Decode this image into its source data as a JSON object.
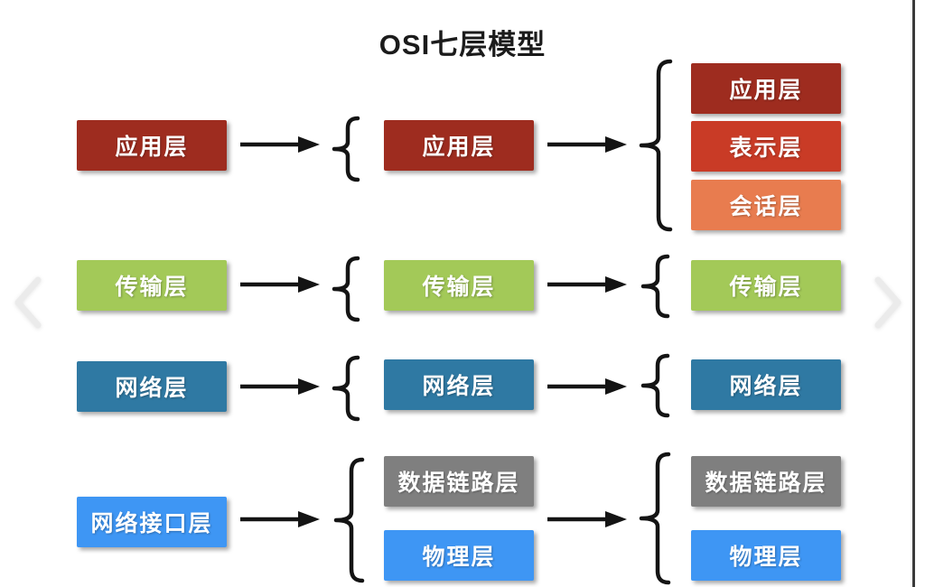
{
  "page": {
    "title": "OSI七层模型"
  },
  "models": {
    "left": {
      "layers": [
        {
          "label": "应用层",
          "color": "#9e2c1f"
        },
        {
          "label": "传输层",
          "color": "#a3c958"
        },
        {
          "label": "网络层",
          "color": "#2f79a3"
        },
        {
          "label": "网络接口层",
          "color": "#3e96f4"
        }
      ]
    },
    "middle": {
      "layers": [
        {
          "label": "应用层",
          "color": "#9e2c1f"
        },
        {
          "label": "传输层",
          "color": "#a3c958"
        },
        {
          "label": "网络层",
          "color": "#2f79a3"
        },
        {
          "label": "数据链路层",
          "color": "#7f7f7f"
        },
        {
          "label": "物理层",
          "color": "#3e96f4"
        }
      ]
    },
    "right": {
      "layers": [
        {
          "label": "应用层",
          "color": "#9e2c1f"
        },
        {
          "label": "表示层",
          "color": "#c93b26"
        },
        {
          "label": "会话层",
          "color": "#e87c4f"
        },
        {
          "label": "传输层",
          "color": "#a3c958"
        },
        {
          "label": "网络层",
          "color": "#2f79a3"
        },
        {
          "label": "数据链路层",
          "color": "#7f7f7f"
        },
        {
          "label": "物理层",
          "color": "#3e96f4"
        }
      ]
    }
  },
  "nav": {
    "prev_icon": "chevron-left",
    "next_icon": "chevron-right"
  },
  "colors": {
    "arrow": "#141414",
    "chevron": "#ebebeb",
    "edge_line": "#3b3b3b"
  }
}
